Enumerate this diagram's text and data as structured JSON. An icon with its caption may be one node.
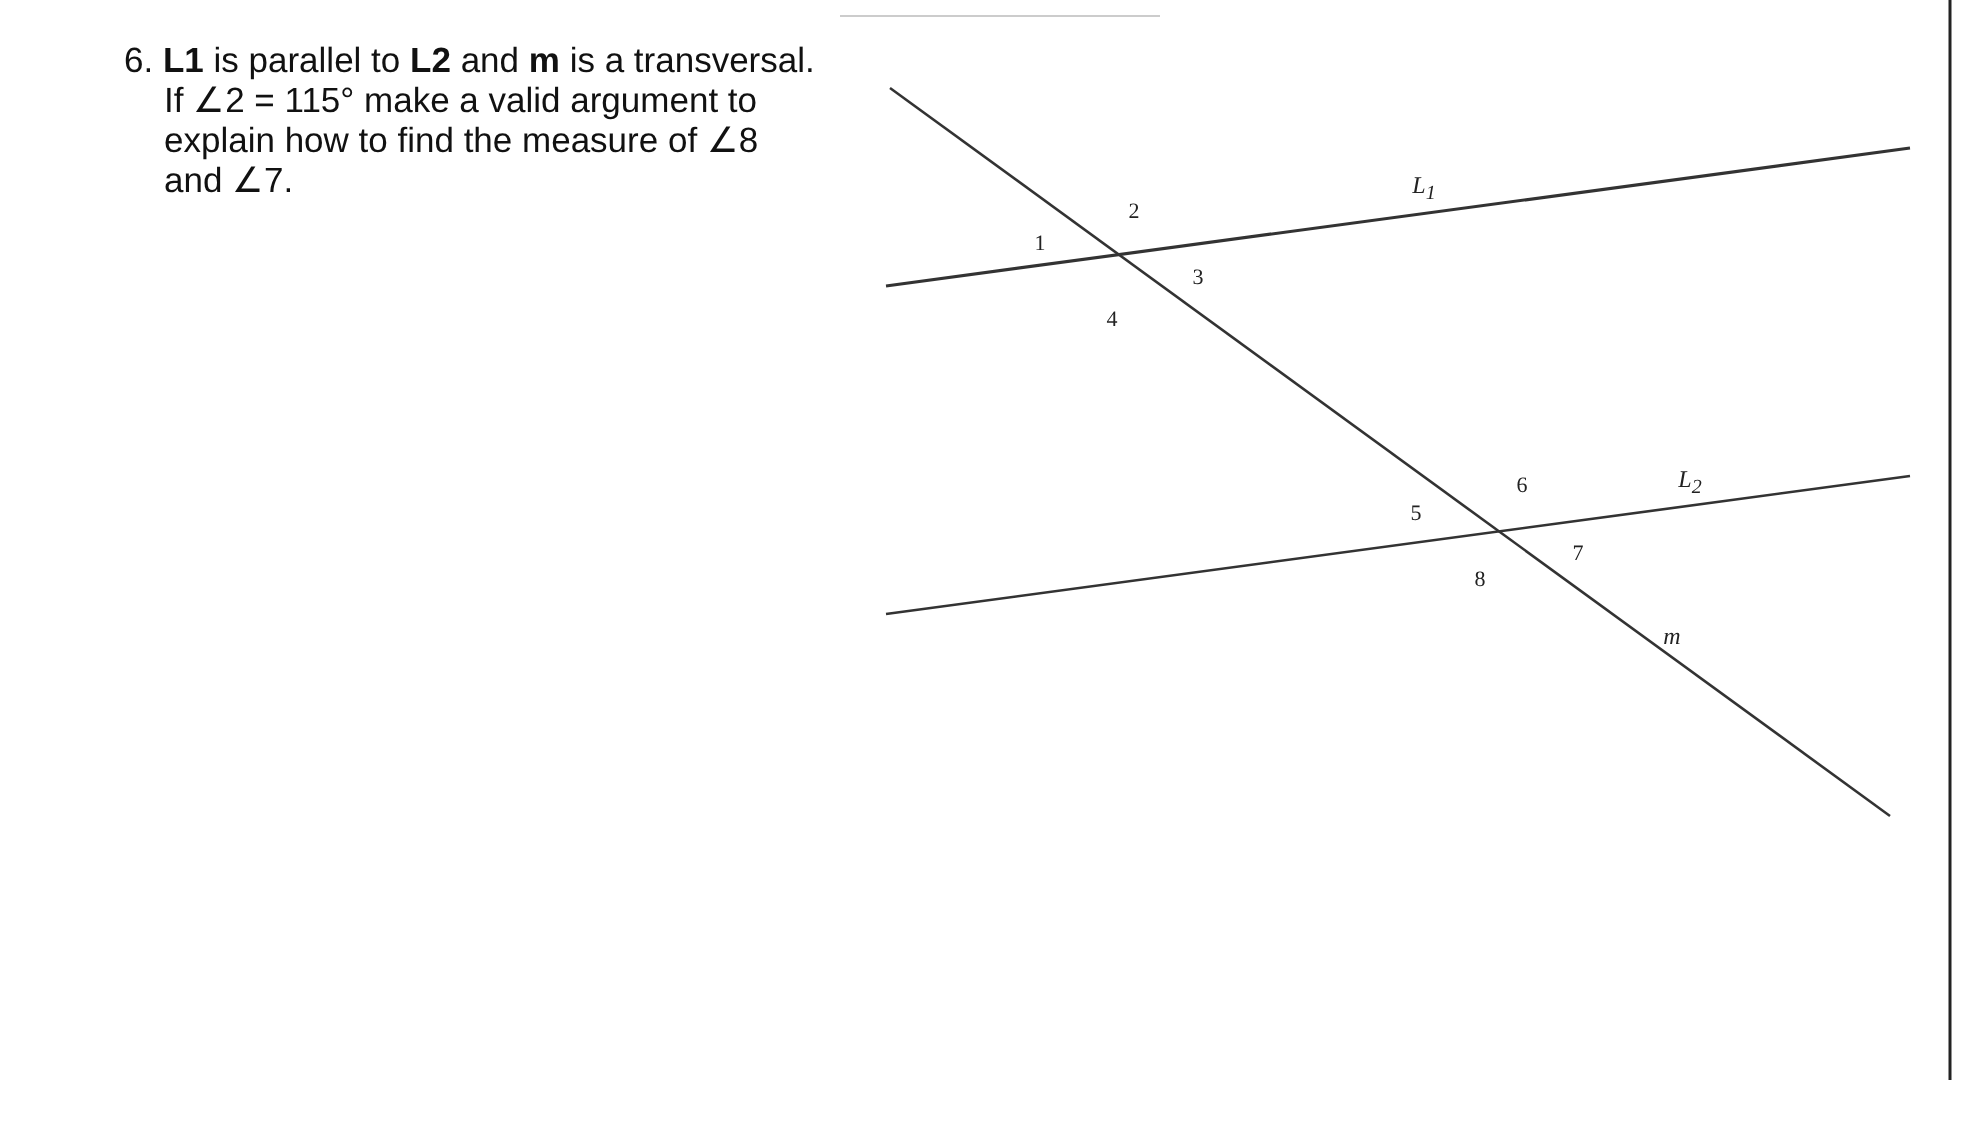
{
  "diagram": {
    "labels": [
      "6. **L1** is parallel to **L2** and **m** is a transversal. If ∠2 = 115° make a valid argument to explain how to find the measure of ∠8 and ∠7.",
      "2",
      "L$_{1}$",
      "1",
      "3",
      "4",
      "6",
      "L$_{2}$",
      "5",
      "7",
      "8",
      "m"
    ]
  }
}
